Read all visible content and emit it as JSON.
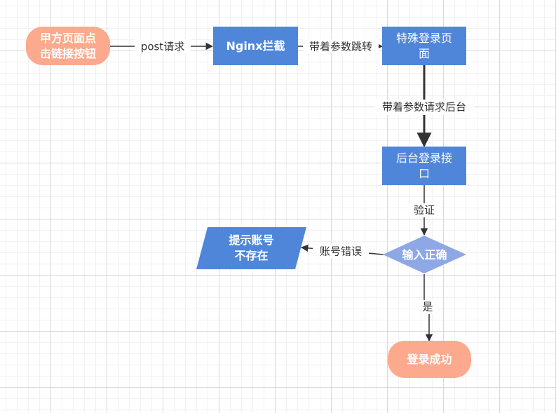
{
  "colors": {
    "start_end_fill": "#fca98d",
    "process_fill": "#4f86d9",
    "decision_fill": "#8ea8e6",
    "io_fill": "#4f86d9",
    "edge": "#333333"
  },
  "nodes": {
    "start": {
      "line1": "甲方页面点",
      "line2": "击链接按钮"
    },
    "nginx": {
      "label": "Nginx拦截"
    },
    "special_login": {
      "line1": "特殊登录页",
      "line2": "面"
    },
    "backend_login": {
      "line1": "后台登录接",
      "line2": "口"
    },
    "decision": {
      "label": "输入正确"
    },
    "error_output": {
      "line1": "提示账号",
      "line2": "不存在"
    },
    "end": {
      "label": "登录成功"
    }
  },
  "edges": {
    "post_request": "post请求",
    "redirect_with_params": "带着参数跳转",
    "request_backend_with_params": "带着参数请求后台",
    "verify": "验证",
    "account_error": "账号错误",
    "yes": "是"
  }
}
